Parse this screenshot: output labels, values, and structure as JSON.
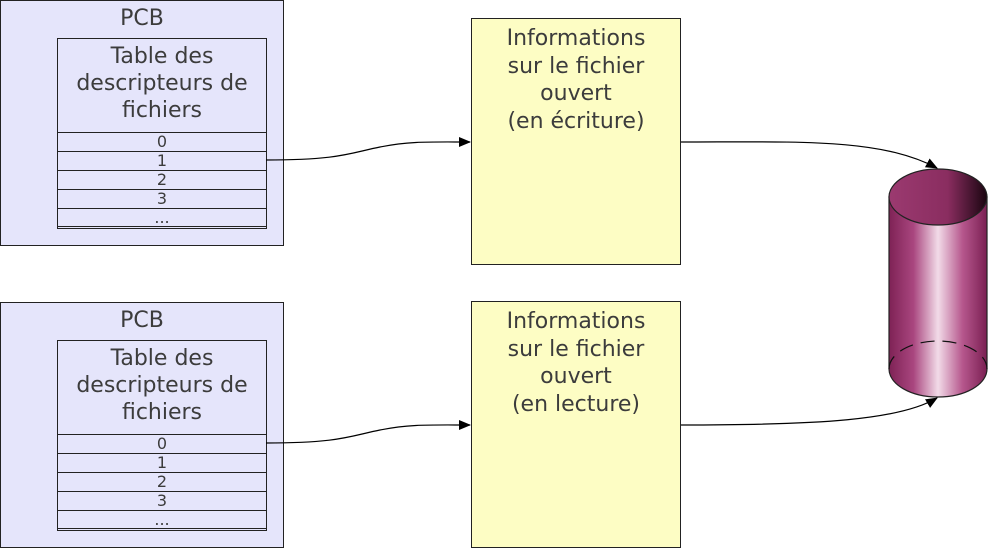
{
  "processes": [
    {
      "pcb_label": "PCB",
      "table_title": [
        "Table des",
        "descripteurs de",
        "fichiers"
      ],
      "rows": [
        "0",
        "1",
        "2",
        "3",
        "..."
      ]
    },
    {
      "pcb_label": "PCB",
      "table_title": [
        "Table des",
        "descripteurs de",
        "fichiers"
      ],
      "rows": [
        "0",
        "1",
        "2",
        "3",
        "..."
      ]
    }
  ],
  "open_files": [
    {
      "lines": [
        "Informations",
        "sur le fichier",
        "ouvert",
        "(en écriture)"
      ]
    },
    {
      "lines": [
        "Informations",
        "sur le fichier",
        "ouvert",
        "(en lecture)"
      ]
    }
  ],
  "colors": {
    "pcb_fill": "#e5e5fb",
    "info_fill": "#fdfdc4",
    "disk_color": "#8e2f63"
  }
}
